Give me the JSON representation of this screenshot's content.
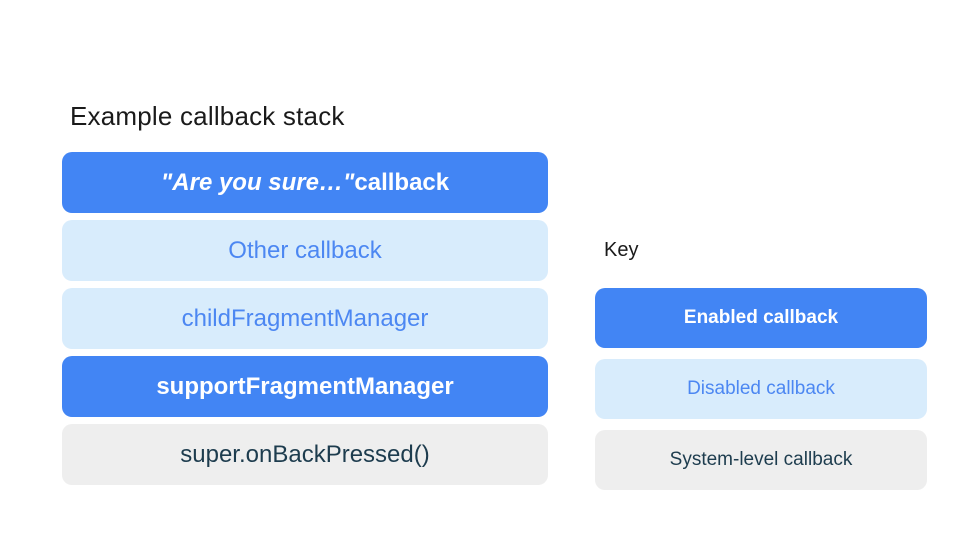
{
  "colors": {
    "background": "#ffffff",
    "enabled_bg": "#4285f4",
    "enabled_text": "#ffffff",
    "disabled_bg": "#d8ecfc",
    "disabled_text": "#4c87f2",
    "system_bg": "#eeeeee",
    "system_text": "#1d3c4e",
    "title_text": "#1a1a1a"
  },
  "stack": {
    "title": "Example callback stack",
    "bars": [
      {
        "label_quoted": "\"Are you sure…\"",
        "label_suffix": " callback",
        "state": "enabled"
      },
      {
        "label": "Other callback",
        "state": "disabled"
      },
      {
        "label": "childFragmentManager",
        "state": "disabled"
      },
      {
        "label": "supportFragmentManager",
        "state": "enabled"
      },
      {
        "label": "super.onBackPressed()",
        "state": "system"
      }
    ]
  },
  "key": {
    "title": "Key",
    "items": [
      {
        "label": "Enabled callback",
        "state": "enabled"
      },
      {
        "label": "Disabled callback",
        "state": "disabled"
      },
      {
        "label": "System-level callback",
        "state": "system"
      }
    ]
  }
}
